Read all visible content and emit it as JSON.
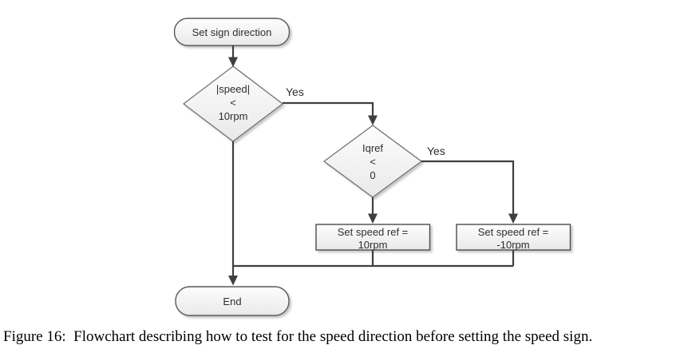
{
  "figure": {
    "caption": "Figure 16:  Flowchart describing how to test for the speed direction before setting the speed sign."
  },
  "flowchart": {
    "start": {
      "label": "Set sign direction",
      "type": "terminator"
    },
    "decision_speed": {
      "line1": "|speed|",
      "line2": "<",
      "line3": "10rpm",
      "yes_label": "Yes",
      "type": "decision"
    },
    "decision_iqref": {
      "line1": "Iqref",
      "line2": "<",
      "line3": "0",
      "yes_label": "Yes",
      "type": "decision"
    },
    "process_positive": {
      "line1": "Set speed ref =",
      "line2": "10rpm",
      "type": "process"
    },
    "process_negative": {
      "line1": "Set speed ref =",
      "line2": "-10rpm",
      "type": "process"
    },
    "end": {
      "label": "End",
      "type": "terminator"
    },
    "colors": {
      "shape_fill_top": "#fdfdfd",
      "shape_fill_bottom": "#e9e9e9",
      "shape_border": "#5a5a5a",
      "connector": "#3f3f3f",
      "label_text": "#2e2e2e",
      "background": "#ffffff"
    }
  }
}
